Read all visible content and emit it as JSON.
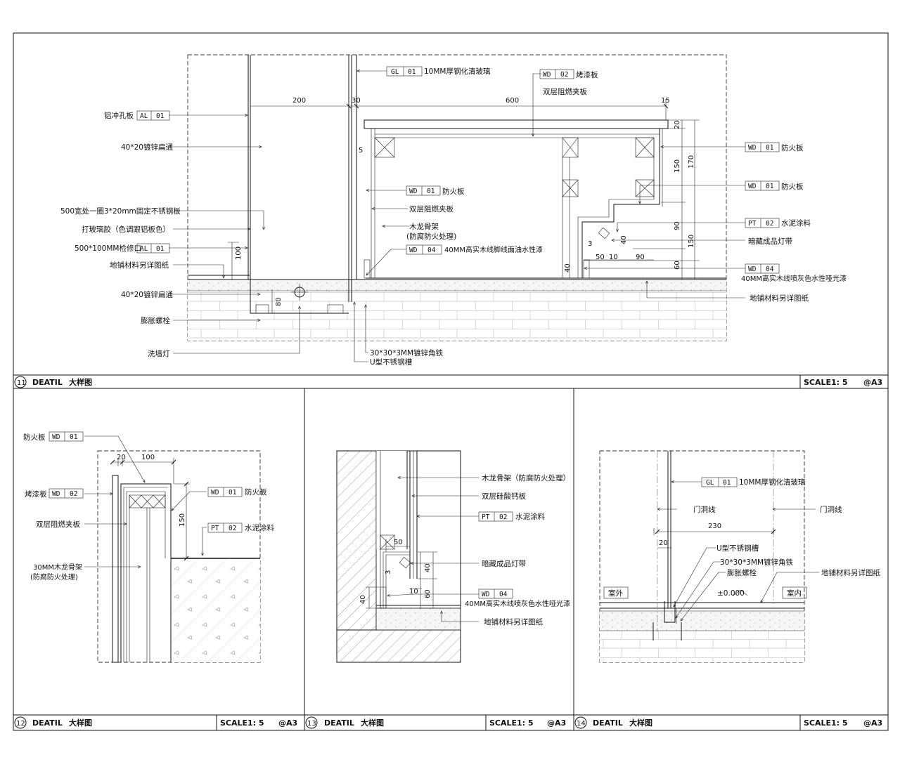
{
  "panels": {
    "p11": {
      "num": "11",
      "name": "DEATIL",
      "cn": "大样图",
      "scale": "SCALE1: 5",
      "sheet": "@A3"
    },
    "p12": {
      "num": "12",
      "name": "DEATIL",
      "cn": "大样图",
      "scale": "SCALE1: 5",
      "sheet": "@A3"
    },
    "p13": {
      "num": "13",
      "name": "DEATIL",
      "cn": "大样图",
      "scale": "SCALE1: 5",
      "sheet": "@A3"
    },
    "p14": {
      "num": "14",
      "name": "DEATIL",
      "cn": "大样图",
      "scale": "SCALE1: 5",
      "sheet": "@A3"
    }
  },
  "tags": {
    "al": "AL",
    "wd": "WD",
    "pt": "PT",
    "gl": "GL",
    "n01": "01",
    "n02": "02",
    "n04": "04"
  },
  "d11": {
    "al_perforated": "铝冲孔板",
    "galv_tube_top": "40*20镀锌扁通",
    "ss_plate": "500宽处一圈3*20mm固定不锈钢板",
    "glass_glue": "打玻璃胶（色调跟铝板色）",
    "access_hole": "500*100MM检修口",
    "floor_ref_left": "地铺材料另详图纸",
    "galv_tube_bottom": "40*20镀锌扁通",
    "exp_bolt": "膨胀螺栓",
    "wall_washer": "洗墙灯",
    "angle_iron": "30*30*3MM镀锌角铁",
    "u_channel": "U型不锈钢槽",
    "glass_10mm": "10MM厚钢化清玻璃",
    "lacquer": "烤漆板",
    "double_board_top": "双层阻燃夹板",
    "fireproof_a": "防火板",
    "fireproof_b": "防火板",
    "fireproof_c": "防火板",
    "double_board_mid": "双层阻燃夹板",
    "wood_frame": "木龙骨架",
    "wood_frame_note": "(防腐防火处理)",
    "skirting": "40MM高实木线脚线面油水性漆",
    "cement_paint": "水泥涂料",
    "hidden_light": "暗藏成品灯带",
    "skirting_grey": "40MM高实木线喷灰色水性哑光漆",
    "floor_ref_right": "地铺材料另详图纸",
    "dims": {
      "d200": "200",
      "d30": "30",
      "d600": "600",
      "d15": "15",
      "d20": "20",
      "d170": "170",
      "d150a": "150",
      "d150b": "150",
      "d90v": "90",
      "d60": "60",
      "d40a": "40",
      "d40b": "40",
      "d50": "50",
      "d10": "10",
      "d90h": "90",
      "d3": "3",
      "d5": "5",
      "d100": "100",
      "d80": "80"
    }
  },
  "d12": {
    "fireproof_top": "防火板",
    "lacquer": "烤漆板",
    "double_board": "双层阻燃夹板",
    "frame_30": "30MM木龙骨架",
    "frame_note": "(防腐防火处理)",
    "fireproof_right": "防火板",
    "cement_paint": "水泥涂料",
    "dims": {
      "d20": "20",
      "d100": "100",
      "d150": "150"
    }
  },
  "d13": {
    "wood_frame": "木龙骨架（防腐防火处理）",
    "calcium_board": "双层硅酸钙板",
    "cement_paint": "水泥涂料",
    "hidden_light": "暗藏成品灯带",
    "skirting": "40MM高实木线喷灰色水性哑光漆",
    "floor_ref": "地铺材料另详图纸",
    "dims": {
      "d50": "50",
      "d40a": "40",
      "d3": "3",
      "d10": "10",
      "d60": "60",
      "d40b": "40"
    }
  },
  "d14": {
    "glass_10mm": "10MM厚钢化清玻璃",
    "door_line_l": "门洞线",
    "door_line_r": "门洞线",
    "u_channel": "U型不锈钢槽",
    "angle_iron": "30*30*3MM镀锌角铁",
    "exp_bolt": "膨胀螺栓",
    "floor_ref": "地铺材料另详图纸",
    "outdoor": "室外",
    "indoor": "室内",
    "level": "±0.000",
    "dims": {
      "d230": "230",
      "d20": "20"
    }
  }
}
